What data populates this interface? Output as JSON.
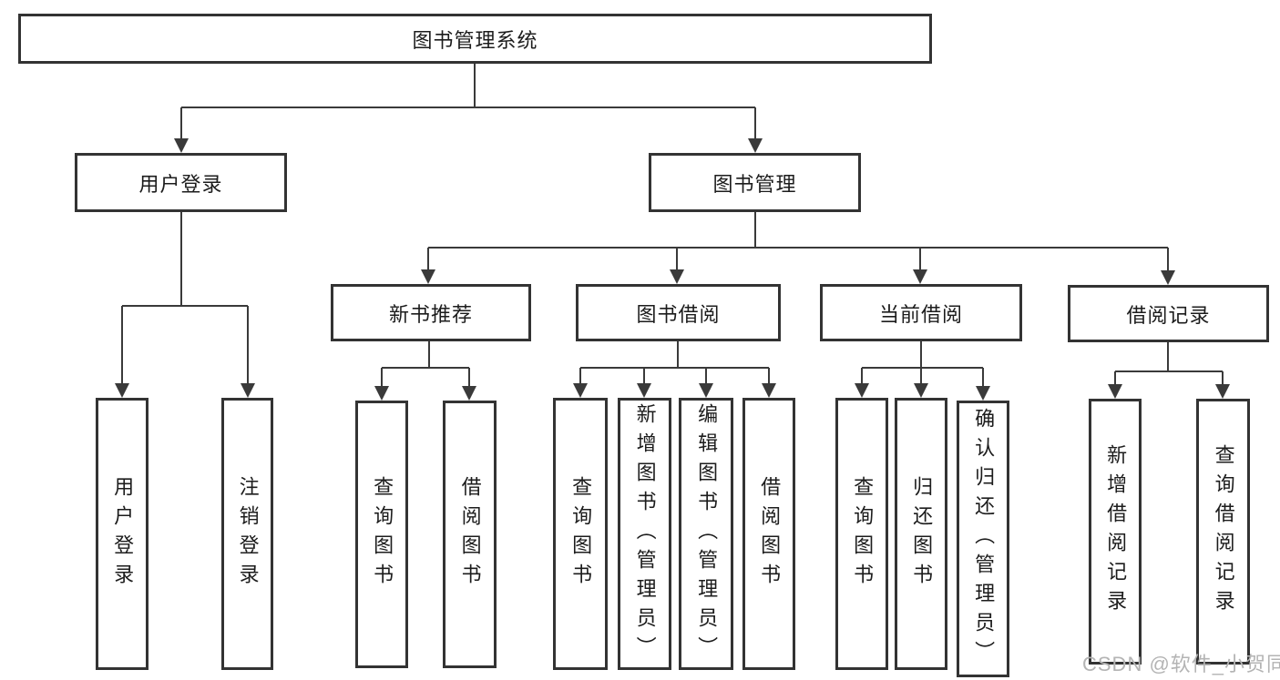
{
  "diagram": {
    "root": {
      "label": "图书管理系统"
    },
    "login": {
      "label": "用户登录",
      "children": [
        {
          "label": "用户登录"
        },
        {
          "label": "注销登录"
        }
      ]
    },
    "management": {
      "label": "图书管理",
      "sections": [
        {
          "label": "新书推荐",
          "children": [
            {
              "label": "查询图书"
            },
            {
              "label": "借阅图书"
            }
          ]
        },
        {
          "label": "图书借阅",
          "children": [
            {
              "label": "查询图书"
            },
            {
              "label": "新增图书（管理员）"
            },
            {
              "label": "编辑图书（管理员）"
            },
            {
              "label": "借阅图书"
            }
          ]
        },
        {
          "label": "当前借阅",
          "children": [
            {
              "label": "查询图书"
            },
            {
              "label": "归还图书"
            },
            {
              "label": "确认归还（管理员）"
            }
          ]
        },
        {
          "label": "借阅记录",
          "children": [
            {
              "label": "新增借阅记录"
            },
            {
              "label": "查询借阅记录"
            }
          ]
        }
      ]
    }
  },
  "watermark": {
    "text": "CSDN @软件_小贺同学"
  },
  "colors": {
    "line": "#3a3a3a",
    "box_border": "#333333",
    "text": "#1c1c1c",
    "watermark": "#b4b4b4",
    "background": "#ffffff"
  }
}
